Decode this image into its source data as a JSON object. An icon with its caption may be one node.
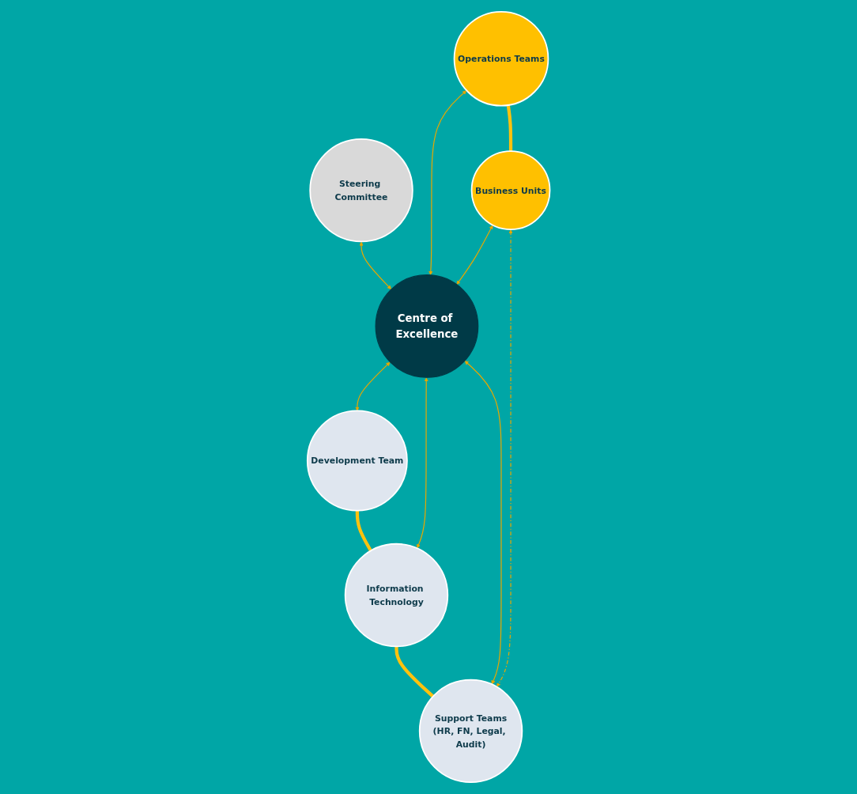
{
  "diagram": {
    "nodes": [
      {
        "text": [
          "Steering Committee"
        ]
      },
      {
        "text": [
          "Development Team"
        ]
      },
      {
        "text": [
          "Centre of Excellence"
        ]
      },
      {
        "text": [
          "Operations Teams"
        ]
      },
      {
        "text": [
          "Information Technology"
        ]
      },
      {
        "text": [
          "Business Units"
        ]
      },
      {
        "text": [
          "Support Teams",
          "(HR, FN, Legal, Audit)"
        ]
      }
    ],
    "edges": [
      {
        "from": 0,
        "to": 2,
        "arrow": "both"
      },
      {
        "from": 2,
        "to": 1,
        "arrow": "both"
      },
      {
        "from": 2,
        "to": 4,
        "arrow": "both"
      },
      {
        "from": 2,
        "to": 6,
        "arrow": "both"
      },
      {
        "from": 3,
        "to": 2,
        "arrow": "both"
      },
      {
        "from": 5,
        "to": 2,
        "arrow": "both"
      },
      {
        "from": 5,
        "to": 6,
        "arrow": "both",
        "style": "dashed"
      },
      {
        "from": 1,
        "to": 4,
        "arrow": "none",
        "style": "thick",
        "color": "#ffc20e"
      },
      {
        "from": 4,
        "to": 6,
        "arrow": "none",
        "style": "thick",
        "color": "#ffc20e"
      },
      {
        "from": 3,
        "to": 5,
        "arrow": "none",
        "style": "thick",
        "color": "#ffc20e"
      }
    ]
  }
}
